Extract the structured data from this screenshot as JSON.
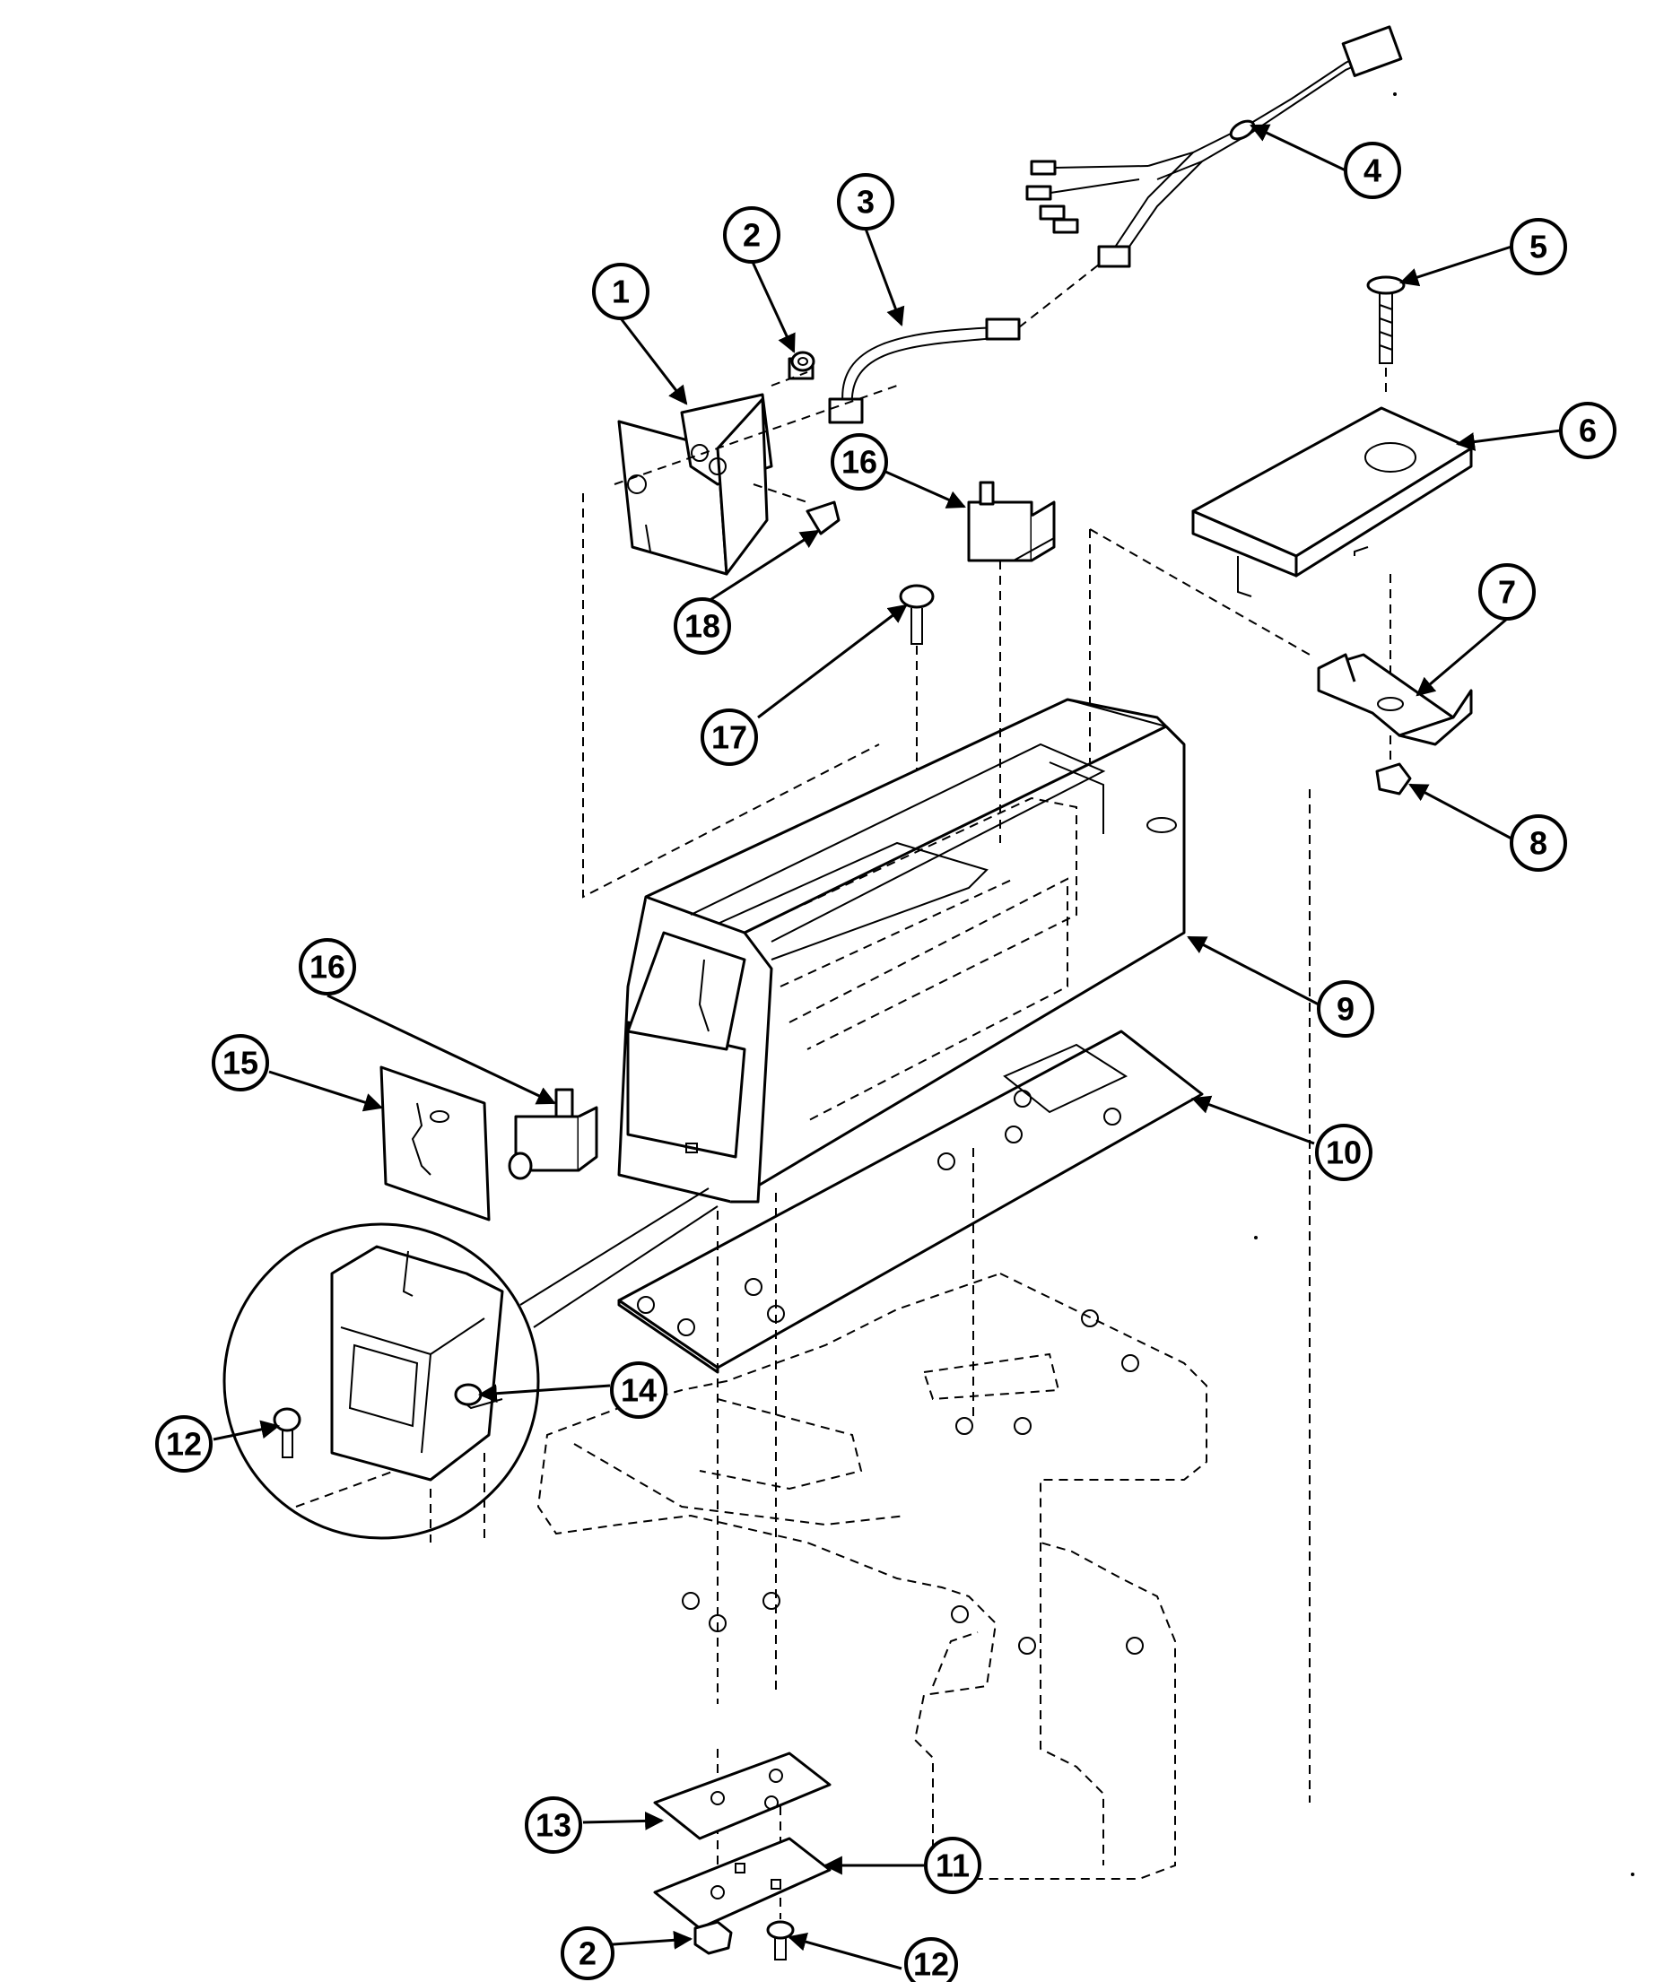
{
  "callouts": [
    {
      "id": "c1",
      "label": "1"
    },
    {
      "id": "c2a",
      "label": "2"
    },
    {
      "id": "c3",
      "label": "3"
    },
    {
      "id": "c4",
      "label": "4"
    },
    {
      "id": "c5",
      "label": "5"
    },
    {
      "id": "c6",
      "label": "6"
    },
    {
      "id": "c7",
      "label": "7"
    },
    {
      "id": "c8",
      "label": "8"
    },
    {
      "id": "c9",
      "label": "9"
    },
    {
      "id": "c10",
      "label": "10"
    },
    {
      "id": "c11",
      "label": "11"
    },
    {
      "id": "c12a",
      "label": "12"
    },
    {
      "id": "c12b",
      "label": "12"
    },
    {
      "id": "c13",
      "label": "13"
    },
    {
      "id": "c14",
      "label": "14"
    },
    {
      "id": "c15",
      "label": "15"
    },
    {
      "id": "c16a",
      "label": "16"
    },
    {
      "id": "c16b",
      "label": "16"
    },
    {
      "id": "c17",
      "label": "17"
    },
    {
      "id": "c18",
      "label": "18"
    },
    {
      "id": "c2b",
      "label": "2"
    }
  ]
}
